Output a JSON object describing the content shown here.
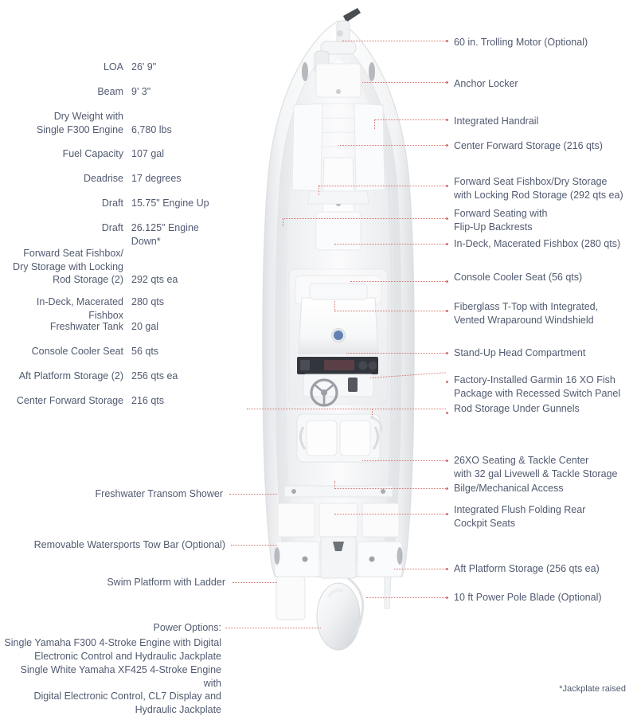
{
  "specs": [
    {
      "label": "LOA",
      "value": "26' 9\""
    },
    {
      "label": "Beam",
      "value": "9' 3\""
    },
    {
      "label": "Dry Weight with\nSingle F300 Engine",
      "value": "6,780 lbs"
    },
    {
      "label": "Fuel Capacity",
      "value": "107 gal"
    },
    {
      "label": "Deadrise",
      "value": "17 degrees"
    },
    {
      "label": "Draft",
      "value": "15.75\" Engine Up"
    },
    {
      "label": "Draft",
      "value": "26.125\" Engine Down*"
    },
    {
      "label": "Forward Seat Fishbox/\nDry Storage with Locking\nRod Storage (2)",
      "value": "292 qts ea"
    },
    {
      "label": "In-Deck, Macerated Fishbox",
      "value": "280 qts"
    },
    {
      "label": "Freshwater Tank",
      "value": "20 gal"
    },
    {
      "label": "Console Cooler Seat",
      "value": "56 qts"
    },
    {
      "label": "Aft Platform Storage (2)",
      "value": "256 qts ea"
    },
    {
      "label": "Center Forward Storage",
      "value": "216 qts"
    }
  ],
  "callouts_right": [
    {
      "text": "60 in. Trolling Motor (Optional)"
    },
    {
      "text": "Anchor Locker"
    },
    {
      "text": "Integrated Handrail"
    },
    {
      "text": "Center Forward Storage (216 qts)"
    },
    {
      "text": "Forward Seat Fishbox/Dry Storage\nwith Locking Rod Storage (292 qts ea)"
    },
    {
      "text": "Forward Seating with\nFlip-Up Backrests"
    },
    {
      "text": "In-Deck, Macerated Fishbox (280 qts)"
    },
    {
      "text": "Console Cooler Seat (56 qts)"
    },
    {
      "text": "Fiberglass T-Top with Integrated,\nVented Wraparound Windshield"
    },
    {
      "text": "Stand-Up Head Compartment"
    },
    {
      "text": "Factory-Installed Garmin 16 XO Fish\nPackage with Recessed Switch Panel"
    },
    {
      "text": "Rod Storage Under Gunnels"
    },
    {
      "text": "26XO Seating & Tackle Center\nwith 32 gal Livewell & Tackle Storage"
    },
    {
      "text": "Bilge/Mechanical Access"
    },
    {
      "text": "Integrated Flush Folding Rear\nCockpit Seats"
    },
    {
      "text": "Aft Platform Storage (256 qts ea)"
    },
    {
      "text": "10 ft Power Pole Blade (Optional)"
    }
  ],
  "callouts_left": [
    {
      "text": "Freshwater Transom Shower"
    },
    {
      "text": "Removable Watersports Tow Bar (Optional)"
    },
    {
      "text": "Swim Platform with Ladder"
    },
    {
      "text": "Power Options:"
    }
  ],
  "power_options": [
    {
      "text": "Single Yamaha F300 4-Stroke Engine with Digital\nElectronic Control and Hydraulic Jackplate"
    },
    {
      "text": "Single White Yamaha XF425 4-Stroke Engine with\nDigital Electronic Control, CL7 Display and\nHydraulic Jackplate"
    }
  ],
  "footnote": "*Jackplate raised",
  "colors": {
    "text": "#515a70",
    "leader": "#d4736c",
    "background": "#ffffff",
    "hull": "#fdfdfd",
    "hull_shadow": "#e8eaec",
    "dash": "#3a3d44"
  }
}
